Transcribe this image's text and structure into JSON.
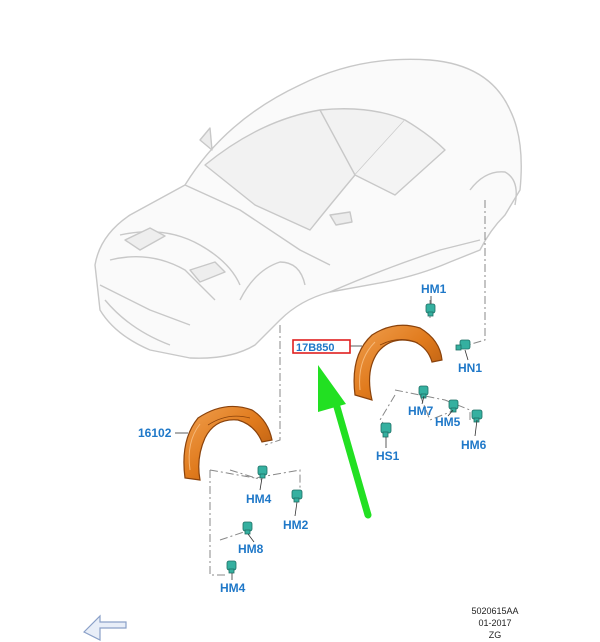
{
  "diagram": {
    "callouts": {
      "main_part": "17B850",
      "left_liner": "16102",
      "hm1": "HM1",
      "hn1": "HN1",
      "hm7": "HM7",
      "hm5": "HM5",
      "hm6": "HM6",
      "hs1": "HS1",
      "hm4_top": "HM4",
      "hm2": "HM2",
      "hm8": "HM8",
      "hm4_bottom": "HM4"
    },
    "footer": {
      "doc_id": "5020615AA",
      "date": "01-2017",
      "rev": "ZG"
    },
    "colors": {
      "liner": "#e07a1c",
      "liner_dark": "#a8520f",
      "clip": "#35b0a0",
      "label": "#1f78c8",
      "highlight_box": "#e02020",
      "arrow": "#22e022",
      "car_line": "#c8c8c8"
    }
  }
}
